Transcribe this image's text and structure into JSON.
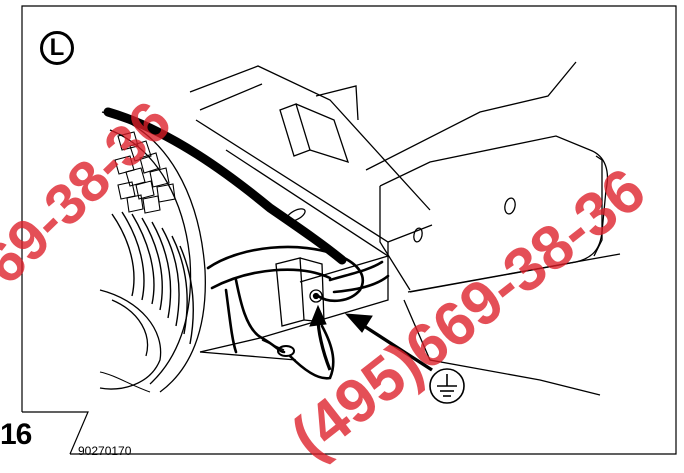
{
  "panel_label": "L",
  "figure_number": "16",
  "drawing_code": "90270170",
  "watermark": {
    "left_text": "69-38-36",
    "right_text": "(495)669-38-36",
    "color": "#dc1e28"
  },
  "symbols": [
    "ground-symbol-icon"
  ],
  "colors": {
    "line": "#000000",
    "background": "#ffffff"
  }
}
